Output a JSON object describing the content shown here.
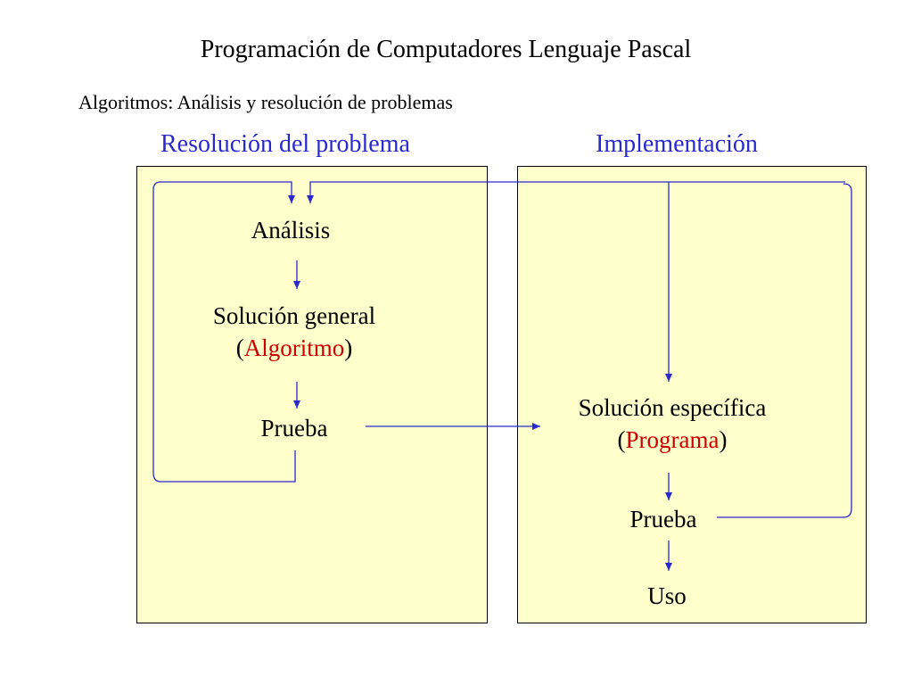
{
  "title": "Programación de Computadores Lenguaje Pascal",
  "subtitle": "Algoritmos: Análisis y resolución de problemas",
  "left_column": {
    "heading": "Resolución del problema",
    "nodes": {
      "analisis": "Análisis",
      "solucion_general": "Solución general",
      "algoritmo_open": "(",
      "algoritmo": "Algoritmo",
      "algoritmo_close": ")",
      "prueba": "Prueba"
    }
  },
  "right_column": {
    "heading": "Implementación",
    "nodes": {
      "solucion_especifica": "Solución específica",
      "programa_open": "(",
      "programa": "Programa",
      "programa_close": ")",
      "prueba": "Prueba",
      "uso": "Uso"
    }
  },
  "colors": {
    "heading": "#2a2acc",
    "arrow": "#2a2acc",
    "highlight": "#cc0000",
    "panel_fill": "#ffffcc"
  }
}
